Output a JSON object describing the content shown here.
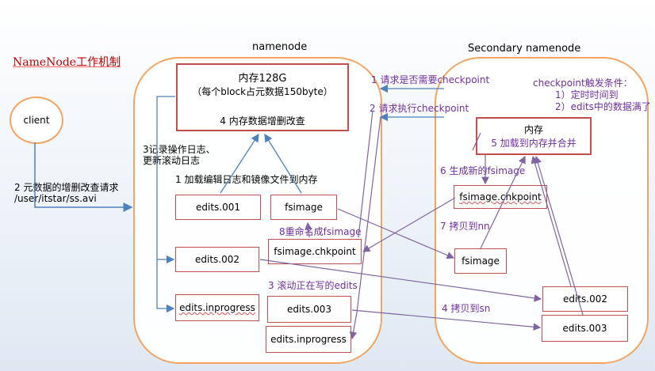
{
  "title": "NameNode工作机制",
  "namenode_label": "namenode",
  "secondary_label": "Secondary namenode",
  "client": "client",
  "memory_box": {
    "line1": "内存128G",
    "line2": "（每个block占元数据150byte）",
    "line3": "4 内存数据增删改查"
  },
  "steps": {
    "s1_request_check": "1 请求是否需要checkpoint",
    "s2_request_exec": "2 请求执行checkpoint",
    "trigger_title": "checkpoint触发条件：",
    "trigger_1": "1）定时时间到",
    "trigger_2": "2）edits中的数据满了",
    "s3_log_line1": "3记录操作日志、",
    "s3_log_line2": "更新滚动日志",
    "s1_load": "1 加载编辑日志和镜像文件到内存",
    "client_req_line1": "2 元数据的增删改查请求",
    "client_req_line2": "/user/itstar/ss.avi",
    "s8_rename": "8重命名成fsimage",
    "s3_roll": "3 滚动正在写的edits",
    "s6_new": "6 生成新的fsimage",
    "s7_copy": "7 拷贝到nn",
    "s4_copy": "4 拷贝到sn"
  },
  "nn_files": {
    "edits001": "edits.001",
    "fsimage": "fsimage",
    "fsimage_chk": "fsimage.chkpoint",
    "edits002": "edits.002",
    "edits_inprog": "edits.inprogress",
    "edits003": "edits.003",
    "edits_inprog2": "edits.inprogress"
  },
  "sn": {
    "mem_line1": "内存",
    "mem_line2": "5 加载到内存并合并",
    "fsimage_chk": "fsimage.chkpoint",
    "fsimage": "fsimage",
    "edits002": "edits.002",
    "edits003": "edits.003"
  },
  "colors": {
    "oval_border": "#f4a460",
    "box_border": "#c0504d",
    "blue_arrow": "#4f81bd",
    "purple_arrow": "#8064a2",
    "purple_text": "#7030a0",
    "title": "#c00000"
  }
}
